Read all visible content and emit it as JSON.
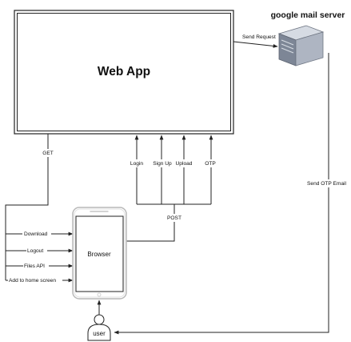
{
  "nodes": {
    "web_app": "Web App",
    "mail_server": "google mail server",
    "browser": "Browser",
    "user": "user"
  },
  "edges": {
    "send_request": "Send Request",
    "send_otp_email": "Send OTP Email",
    "get": "GET",
    "post": "POST",
    "login": "Login",
    "sign_up": "Sign Up",
    "upload": "Upload",
    "otp": "OTP",
    "download": "Download",
    "logout": "Logout",
    "files_api": "Files API",
    "add_to_home_screen": "Add to home screen"
  },
  "icons": {
    "server": "server-tower-icon",
    "phone": "smartphone-frame-icon",
    "user": "person-icon"
  },
  "colors": {
    "stroke": "#222222",
    "server_body": "#7d8696",
    "server_side": "#aeb5c2",
    "server_top": "#d6dbe3",
    "phone_frame": "#cfcfcf"
  }
}
